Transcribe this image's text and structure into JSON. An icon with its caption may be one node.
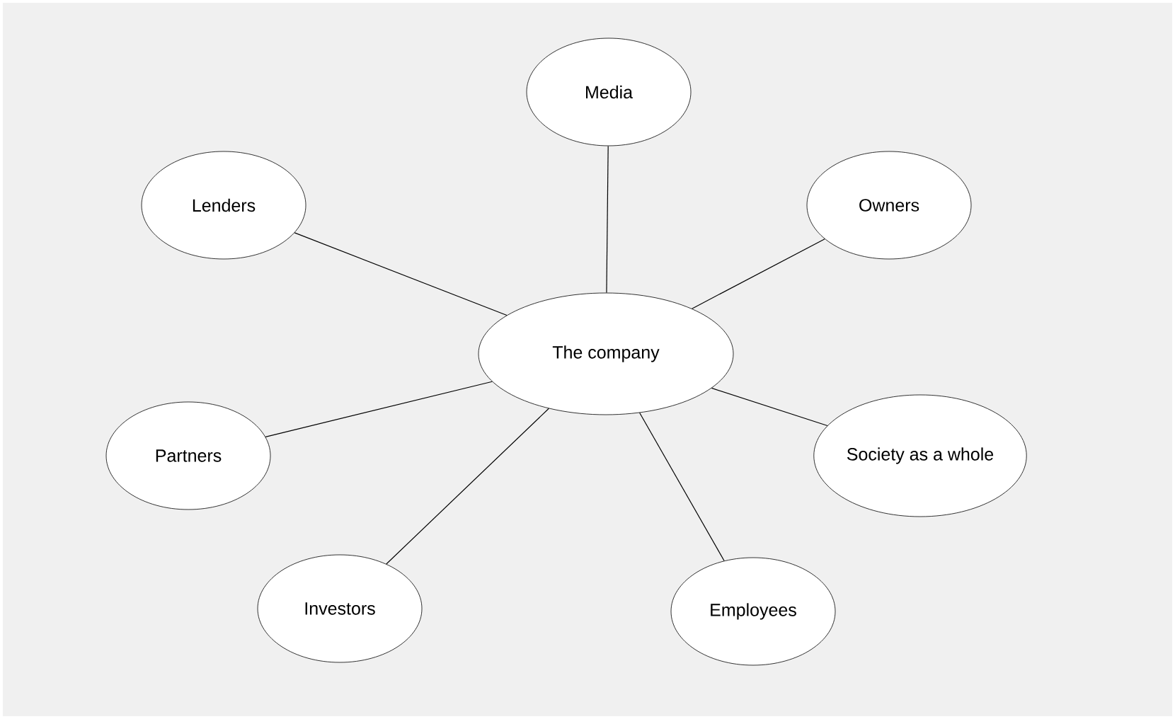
{
  "diagram": {
    "nodes": [
      {
        "text": [
          "Media"
        ]
      },
      {
        "text": [
          "Lenders"
        ]
      },
      {
        "text": [
          "Owners"
        ]
      },
      {
        "text": [
          "The company"
        ]
      },
      {
        "text": [
          "Partners"
        ]
      },
      {
        "text": [
          "Society as a whole"
        ]
      },
      {
        "text": [
          "Investors"
        ]
      },
      {
        "text": [
          "Employees"
        ]
      }
    ],
    "edges": [
      {
        "from": 3,
        "to": 0,
        "arrow": "none"
      },
      {
        "from": 3,
        "to": 1,
        "arrow": "none"
      },
      {
        "from": 3,
        "to": 2,
        "arrow": "none"
      },
      {
        "from": 3,
        "to": 4,
        "arrow": "none"
      },
      {
        "from": 3,
        "to": 5,
        "arrow": "none"
      },
      {
        "from": 3,
        "to": 6,
        "arrow": "none"
      },
      {
        "from": 3,
        "to": 7,
        "arrow": "none"
      }
    ]
  }
}
